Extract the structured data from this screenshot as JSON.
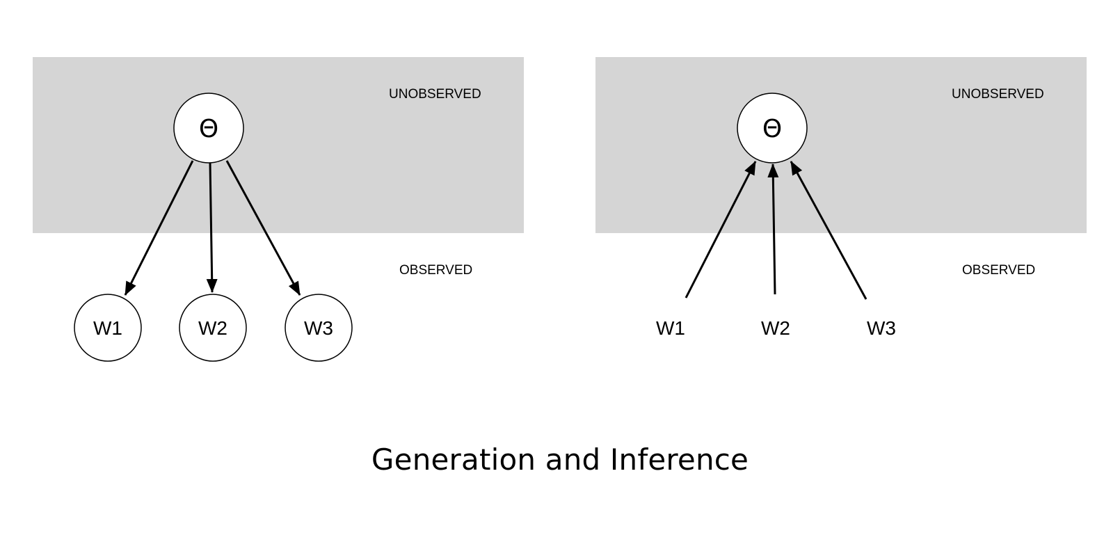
{
  "caption": "Generation and Inference",
  "colors": {
    "unobserved_region": "#d5d5d5",
    "node_fill": "#ffffff",
    "stroke": "#000000"
  },
  "panels": [
    {
      "id": "generation",
      "arrow_direction": "theta-to-words",
      "unobserved_label": "UNOBSERVED",
      "observed_label": "OBSERVED",
      "latent_node": {
        "label": "Θ"
      },
      "observed_nodes": [
        {
          "label": "W1",
          "circled": true
        },
        {
          "label": "W2",
          "circled": true
        },
        {
          "label": "W3",
          "circled": true
        }
      ]
    },
    {
      "id": "inference",
      "arrow_direction": "words-to-theta",
      "unobserved_label": "UNOBSERVED",
      "observed_label": "OBSERVED",
      "latent_node": {
        "label": "Θ"
      },
      "observed_nodes": [
        {
          "label": "W1",
          "circled": false
        },
        {
          "label": "W2",
          "circled": false
        },
        {
          "label": "W3",
          "circled": false
        }
      ]
    }
  ]
}
